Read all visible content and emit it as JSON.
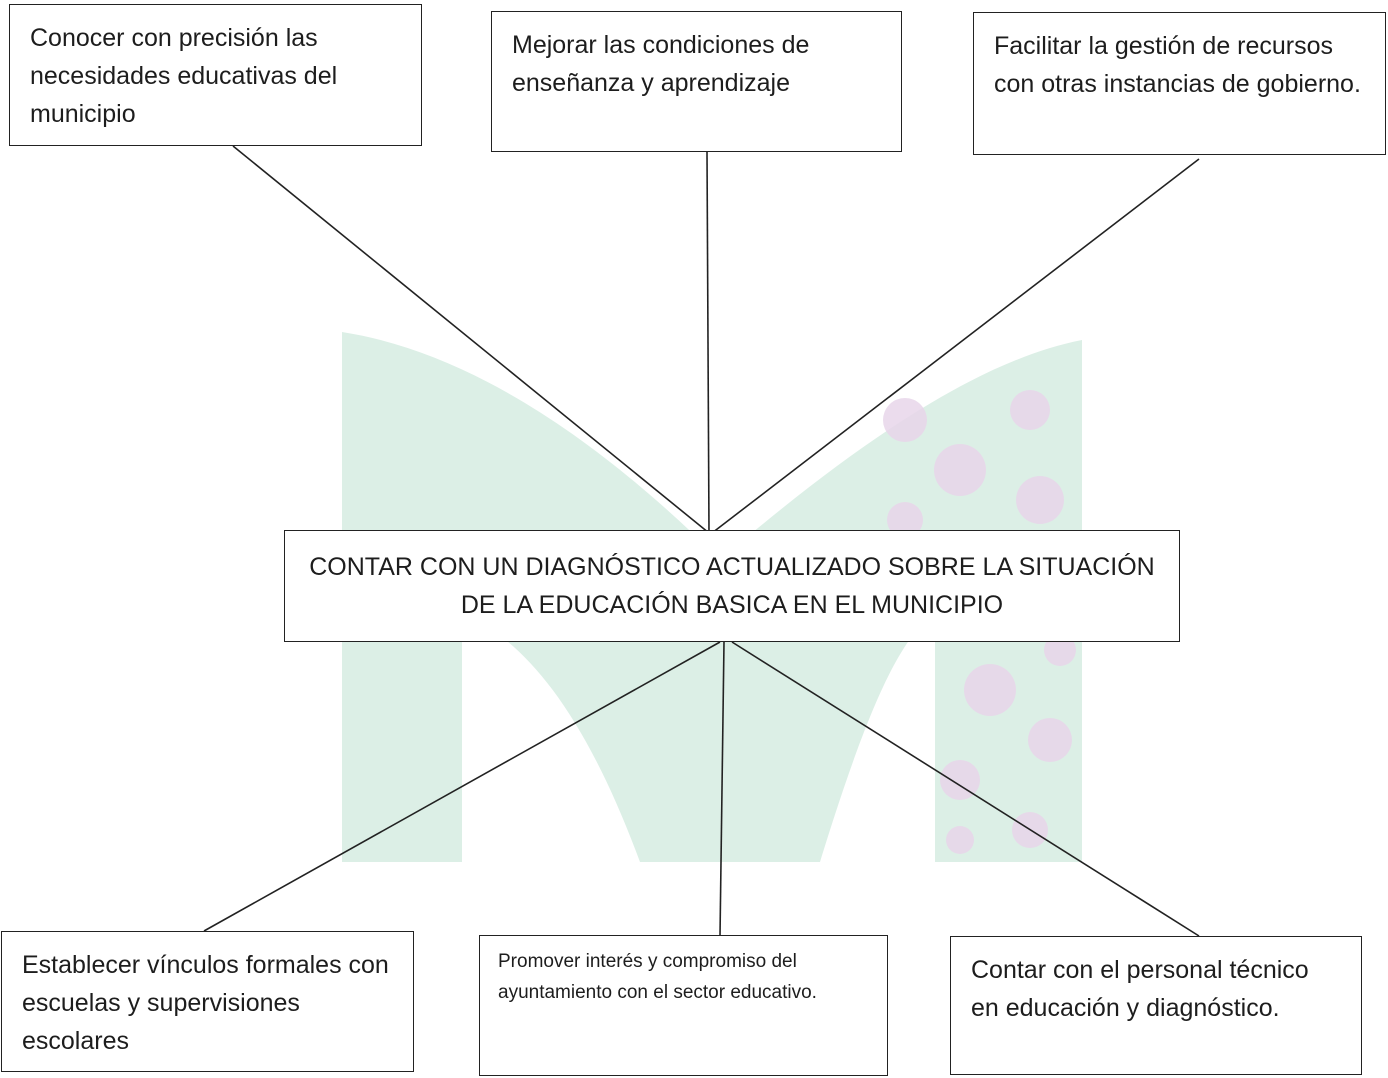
{
  "diagram": {
    "center": {
      "text": "CONTAR CON UN DIAGNÓSTICO ACTUALIZADO SOBRE LA SITUACIÓN DE LA EDUCACIÓN BASICA EN EL MUNICIPIO"
    },
    "top": [
      {
        "text": "Conocer con precisión las necesidades educativas del municipio"
      },
      {
        "text": "Mejorar las condiciones de enseñanza y aprendizaje"
      },
      {
        "text": "Facilitar la gestión de recursos con otras instancias de gobierno."
      }
    ],
    "bottom": [
      {
        "text": "Establecer vínculos formales con escuelas y supervisiones escolares"
      },
      {
        "text": "Promover interés y compromiso del ayuntamiento con el sector educativo."
      },
      {
        "text": "Contar con el personal técnico en educación y diagnóstico."
      }
    ],
    "colors": {
      "watermark": "#dcefe6",
      "watermark_floral": "#e8d6ea",
      "line": "#222222"
    }
  }
}
